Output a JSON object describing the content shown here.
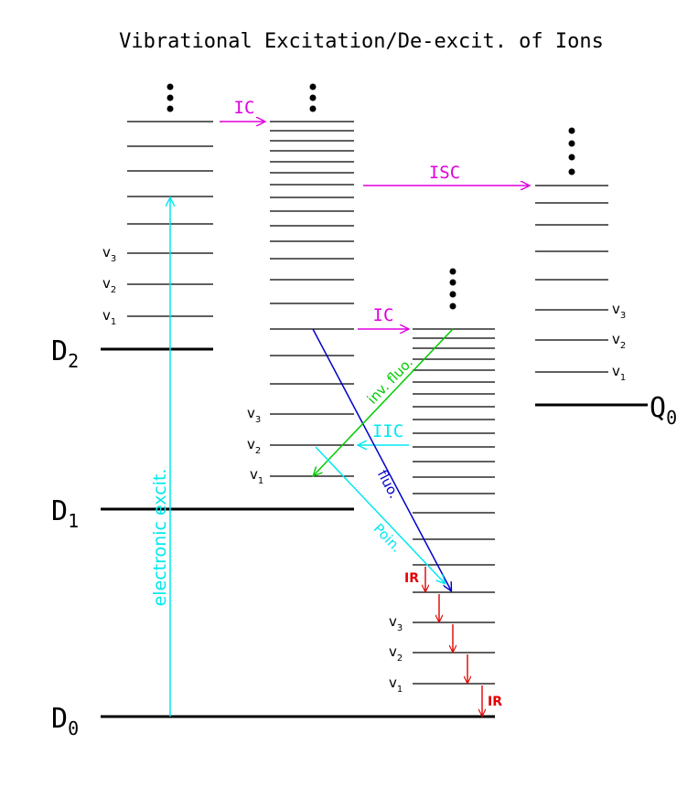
{
  "title": "Vibrational Excitation/De-excit. of Ions",
  "colors": {
    "levels": "#000000",
    "ic": "#e000e0",
    "iic": "#00e8f0",
    "fluo": "#0000cc",
    "inv_fluo": "#00cc00",
    "ir": "#e00000",
    "excitation": "#00e8f0"
  },
  "states": {
    "d0": {
      "letter": "D",
      "sub": "0"
    },
    "d1": {
      "letter": "D",
      "sub": "1"
    },
    "d2": {
      "letter": "D",
      "sub": "2"
    },
    "q0": {
      "letter": "Q",
      "sub": "0"
    }
  },
  "vib_labels": {
    "v": "v",
    "sub1": "1",
    "sub2": "2",
    "sub3": "3"
  },
  "transitions": {
    "electronic_excit": "electronic excit.",
    "ic_top": "IC",
    "ic_mid": "IC",
    "isc": "ISC",
    "iic": "IIC",
    "inv_fluo": "inv. fluo.",
    "fluo": "fluo.",
    "poin": "Poin.",
    "ir_top": "IR",
    "ir_bottom": "IR"
  }
}
